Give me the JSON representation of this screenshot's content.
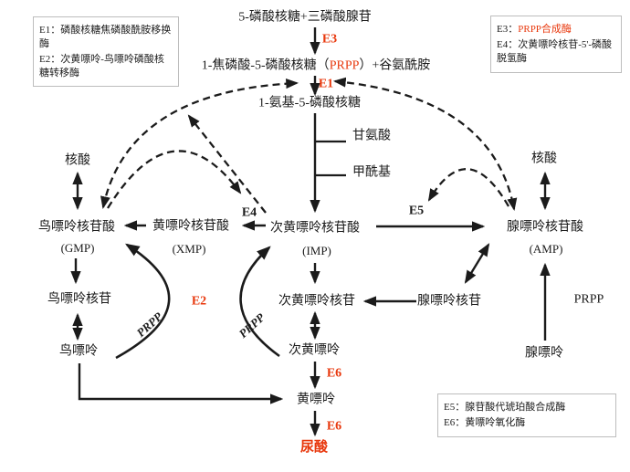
{
  "colors": {
    "accent": "#e8380d",
    "text": "#1b1b1b",
    "legend_border": "#bdbdbd",
    "background": "#ffffff"
  },
  "legend": {
    "top_left": [
      {
        "key": "E1：",
        "text": "磷酸核糖焦磷酸酰胺移换酶"
      },
      {
        "key": "E2：",
        "text": "次黄嘌呤-鸟嘌呤磷酸核糖转移酶"
      }
    ],
    "top_right": [
      {
        "key": "E3：",
        "text": "PRPP合成酶"
      },
      {
        "key": "E4：",
        "text": "次黄嘌呤核苷-5'-磷酸脱氢酶"
      }
    ],
    "bottom_right": [
      {
        "key": "E5：",
        "text": "腺苷酸代琥珀酸合成酶"
      },
      {
        "key": "E6：",
        "text": "黄嘌呤氧化酶"
      }
    ]
  },
  "nodes": {
    "substrates_top": "5-磷酸核糖+三磷酸腺苷",
    "prpp_line_pre": "1-焦磷酸-5-磷酸核糖（",
    "prpp_line_prpp": "PRPP",
    "prpp_line_post": "）+谷氨酰胺",
    "amino_ribose": "1-氨基-5-磷酸核糖",
    "glycine": "甘氨酸",
    "formyl": "甲酰基",
    "imp": "次黄嘌呤核苷酸",
    "imp_abbr": "(IMP)",
    "xmp": "黄嘌呤核苷酸",
    "xmp_abbr": "(XMP)",
    "gmp": "鸟嘌呤核苷酸",
    "gmp_abbr": "(GMP)",
    "amp": "腺嘌呤核苷酸",
    "amp_abbr": "(AMP)",
    "nucleic_acid_left": "核酸",
    "nucleic_acid_right": "核酸",
    "guanosine": "鸟嘌呤核苷",
    "guanine": "鸟嘌呤",
    "inosine": "次黄嘌呤核苷",
    "hypoxanthine": "次黄嘌呤",
    "adenosine": "腺嘌呤核苷",
    "adenine": "腺嘌呤",
    "xanthine": "黄嘌呤",
    "uric_acid": "尿酸",
    "prpp_salvage_left": "PRPP",
    "prpp_salvage_right": "PRPP",
    "prpp_adenine": "PRPP"
  },
  "enzymes": {
    "e1": "E1",
    "e2": "E2",
    "e3": "E3",
    "e4": "E4",
    "e5": "E5",
    "e6_upper": "E6",
    "e6_lower": "E6"
  }
}
